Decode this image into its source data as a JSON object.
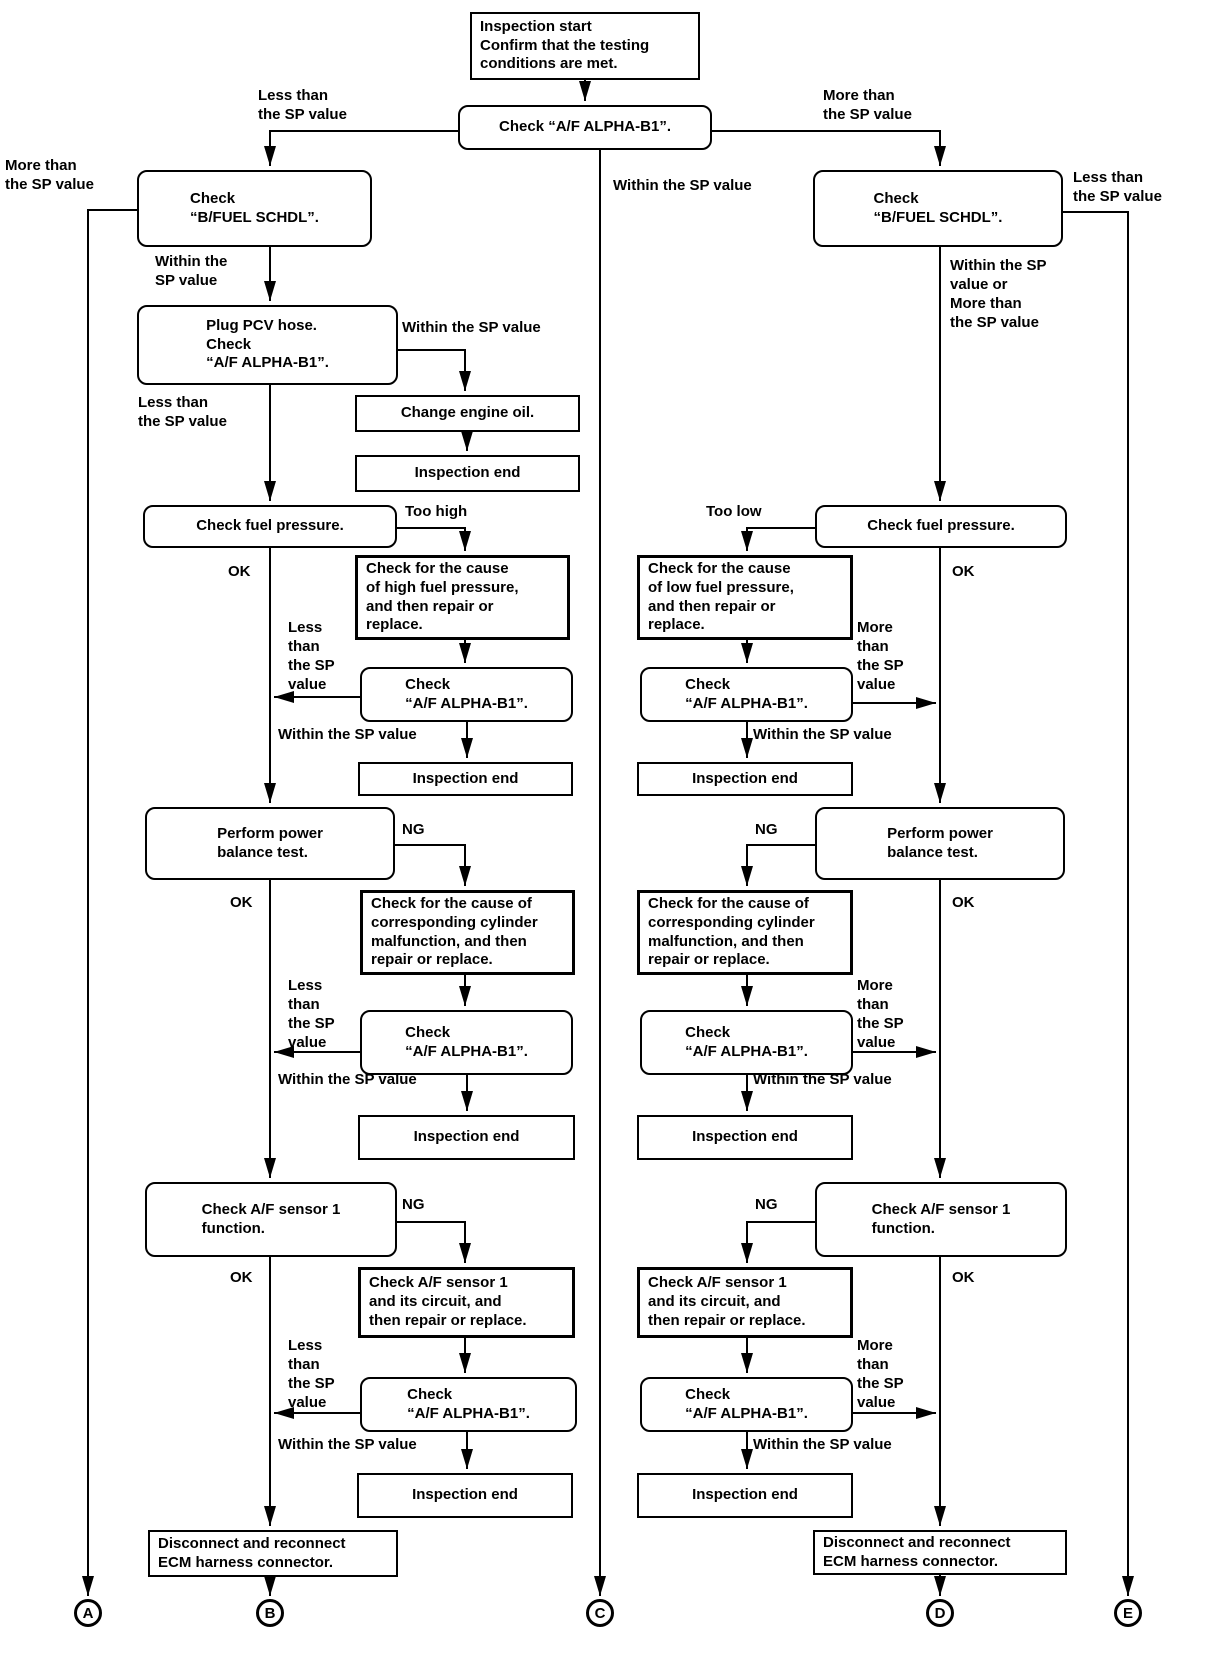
{
  "boxes": {
    "inspection_start": "Inspection start\nConfirm that the testing\nconditions are met.",
    "check_af_alpha_top": "Check “A/F ALPHA-B1”.",
    "check_bfuel": "Check\n“B/FUEL SCHDL”.",
    "plug_pcv": "Plug PCV hose.\nCheck\n“A/F ALPHA-B1”.",
    "change_oil": "Change engine oil.",
    "inspection_end": "Inspection end",
    "check_fuel_pressure": "Check fuel pressure.",
    "cause_high": "Check for the cause\nof high fuel pressure,\nand then repair or\nreplace.",
    "cause_low": "Check for the cause\nof low fuel pressure,\nand then repair or\nreplace.",
    "check_af_alpha": "Check\n“A/F ALPHA-B1”.",
    "power_balance": "Perform power\nbalance test.",
    "cause_cylinder": "Check for the cause of\ncorresponding cylinder\nmalfunction, and then\nrepair or replace.",
    "check_af_sensor": "Check A/F sensor 1\nfunction.",
    "check_af_sensor_circuit": "Check A/F sensor 1\nand its circuit, and\nthen repair or replace.",
    "disconnect_ecm": "Disconnect and reconnect\nECM harness connector."
  },
  "labels": {
    "less_than_2l": "Less than\nthe SP value",
    "more_than_2l": "More than\nthe SP value",
    "within_2l": "Within the\nSP value",
    "within_1l": "Within the SP value",
    "within_or_more_4l": "Within the SP\nvalue or\nMore than\nthe SP value",
    "less_stack_4l": "Less\nthan\nthe SP\nvalue",
    "more_stack_4l": "More\nthan\nthe SP\nvalue",
    "too_high": "Too high",
    "too_low": "Too low",
    "ok": "OK",
    "ng": "NG"
  },
  "terminals": {
    "a": "A",
    "b": "B",
    "c": "C",
    "d": "D",
    "e": "E"
  },
  "colors": {
    "ink": "#000000",
    "paper": "#ffffff"
  }
}
